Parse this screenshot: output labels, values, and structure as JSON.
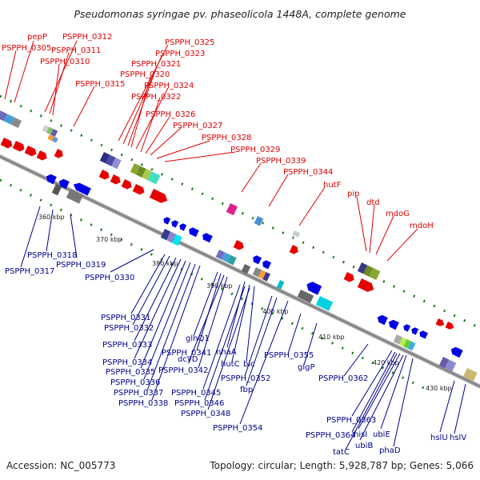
{
  "title": "Pseudomonas syringae pv. phaseolicola 1448A, complete genome",
  "footer": {
    "accession": "Accession: NC_005773",
    "summary": "Topology: circular; Length: 5,928,787 bp; Genes: 5,066"
  },
  "scale_ticks": [
    "360 kbp",
    "370 kbp",
    "380 kbp",
    "390 kbp",
    "400 kbp",
    "410 kbp",
    "420 kbp",
    "430 kbp"
  ],
  "forward_labels": [
    "pepP",
    "PSPPH_0305",
    "PSPPH_0312",
    "PSPPH_0311",
    "PSPPH_0310",
    "PSPPH_0315",
    "PSPPH_0325",
    "PSPPH_0323",
    "PSPPH_0321",
    "PSPPH_0320",
    "PSPPH_0324",
    "PSPPH_0322",
    "PSPPH_0326",
    "PSPPH_0327",
    "PSPPH_0328",
    "PSPPH_0329",
    "PSPPH_0339",
    "PSPPH_0344",
    "hutF",
    "pip",
    "dtd",
    "mdoG",
    "mdoH"
  ],
  "reverse_labels": [
    "PSPPH_0318",
    "PSPPH_0317",
    "PSPPH_0319",
    "PSPPH_0330",
    "PSPPH_0331",
    "PSPPH_0332",
    "PSPPH_0333",
    "PSPPH_0334",
    "PSPPH_0335",
    "PSPPH_0336",
    "PSPPH_0337",
    "PSPPH_0338",
    "glnQ1",
    "PSPPH_0341",
    "dcyD",
    "PSPPH_0342",
    "nhaA",
    "hutC",
    "blc",
    "PSPPH_0345",
    "PSPPH_0346",
    "PSPPH_0348",
    "PSPPH_0352",
    "fbp",
    "PSPPH_0354",
    "PSPPH_0355",
    "glgP",
    "PSPPH_0362",
    "PSPPH_0363",
    "PSPPH_0364",
    "hisI",
    "ubiE",
    "ubiB",
    "tatC",
    "phaD",
    "hslU",
    "hslV"
  ],
  "colors": {
    "forward_gene": "#e60000",
    "reverse_gene": "#0000e6",
    "backbone": "#8c8c8c",
    "tick_dots": "#1b7a1b",
    "forward_label": "#e00000",
    "reverse_label": "#00008b"
  }
}
